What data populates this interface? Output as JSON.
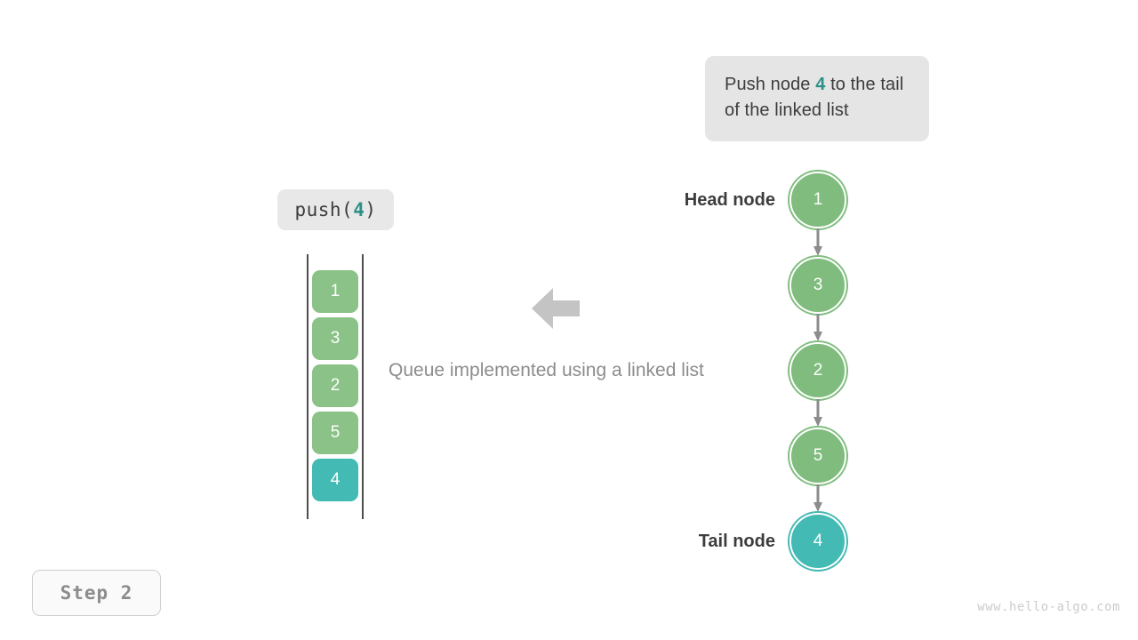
{
  "callout": {
    "text_before": "Push node ",
    "highlight": "4",
    "text_after": " to the tail of the linked list"
  },
  "operation_label": {
    "prefix": "push(",
    "argument": "4",
    "suffix": ")"
  },
  "queue": {
    "name": "queue-column",
    "items": [
      {
        "value": "1",
        "style": "green"
      },
      {
        "value": "3",
        "style": "green"
      },
      {
        "value": "2",
        "style": "green"
      },
      {
        "value": "5",
        "style": "green"
      },
      {
        "value": "4",
        "style": "teal"
      }
    ]
  },
  "arrow": {
    "name": "left-arrow-icon",
    "direction": "left",
    "color": "#c4c4c4"
  },
  "caption": "Queue implemented using a linked list",
  "linked_list": {
    "head_label": "Head node",
    "tail_label": "Tail node",
    "nodes": [
      {
        "value": "1",
        "style": "green"
      },
      {
        "value": "3",
        "style": "green"
      },
      {
        "value": "2",
        "style": "green"
      },
      {
        "value": "5",
        "style": "green"
      },
      {
        "value": "4",
        "style": "teal"
      }
    ]
  },
  "step_badge": "Step 2",
  "watermark": "www.hello-algo.com",
  "colors": {
    "green_fill": "#8ac287",
    "node_green": "#7fbc7d",
    "teal": "#44bab4",
    "highlight_teal": "#2e9188",
    "bubble_bg": "#e5e5e5",
    "label_bg": "#e8e8e8",
    "arrow_gray": "#c4c4c4",
    "connector_gray": "#8c8c8c",
    "text_dark": "#3c3c3c",
    "text_gray": "#8c8c8c",
    "watermark_gray": "#cccccc"
  }
}
